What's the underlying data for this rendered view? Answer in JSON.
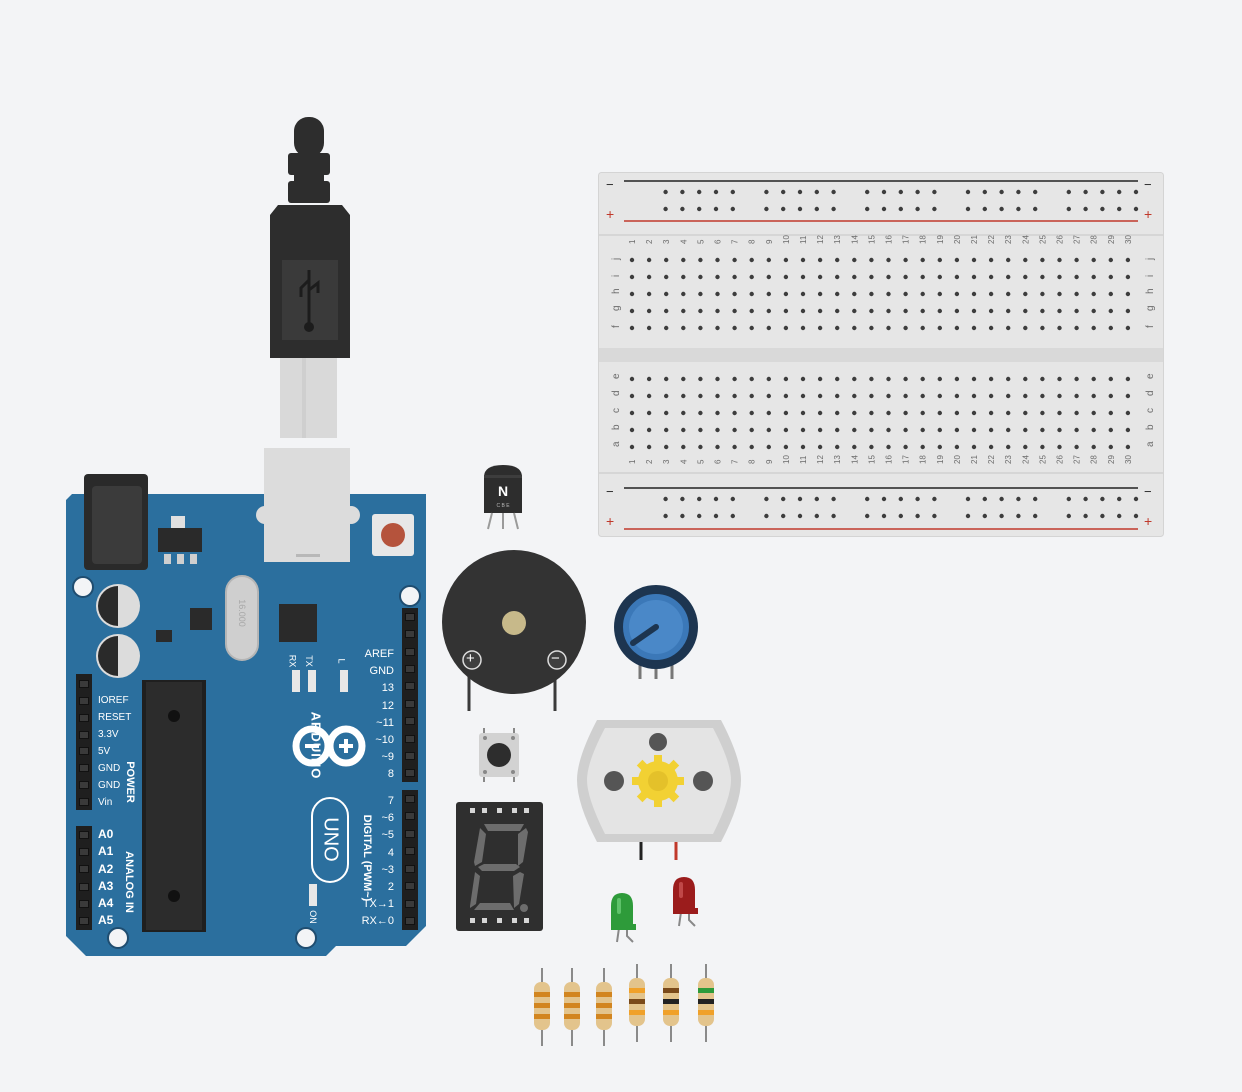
{
  "breadboard": {
    "rail_minus": "−",
    "rail_plus": "+",
    "rows_top": [
      "j",
      "i",
      "h",
      "g",
      "f"
    ],
    "rows_bottom": [
      "e",
      "d",
      "c",
      "b",
      "a"
    ],
    "columns": [
      "1",
      "2",
      "3",
      "4",
      "5",
      "6",
      "7",
      "8",
      "9",
      "10",
      "11",
      "12",
      "13",
      "14",
      "15",
      "16",
      "17",
      "18",
      "19",
      "20",
      "21",
      "22",
      "23",
      "24",
      "25",
      "26",
      "27",
      "28",
      "29",
      "30"
    ]
  },
  "arduino": {
    "brand": "ARDUINO",
    "model": "UNO",
    "crystal_label": "16.000",
    "led_labels": [
      "RX",
      "TX",
      "L"
    ],
    "on_label": "ON",
    "power_header": {
      "title": "POWER",
      "pins": [
        "IOREF",
        "RESET",
        "3.3V",
        "5V",
        "GND",
        "GND",
        "Vin"
      ]
    },
    "analog_header": {
      "title": "ANALOG IN",
      "pins": [
        "A0",
        "A1",
        "A2",
        "A3",
        "A4",
        "A5"
      ]
    },
    "digital_header": {
      "title": "DIGITAL (PWM~)",
      "pins_upper": [
        "AREF",
        "GND",
        "13",
        "12",
        "~11",
        "~10",
        "~9",
        "8"
      ],
      "pins_lower": [
        "7",
        "~6",
        "~5",
        "4",
        "~3",
        "2",
        "TX→1",
        "RX←0"
      ]
    }
  },
  "transistor": {
    "label": "N",
    "pins": "C B E"
  },
  "buzzer": {
    "plus": "+",
    "minus": "−"
  },
  "colors": {
    "board_blue": "#2b6f9e",
    "breadboard": "#e6e6e6",
    "rail_red": "#c0392b",
    "rail_black": "#222222",
    "led_green": "#2e9b3a",
    "led_red": "#9b1c1c",
    "canvas": "#f3f4f6"
  },
  "resistors": [
    {
      "bands": [
        "#d2851f",
        "#d2851f",
        "#d2851f"
      ]
    },
    {
      "bands": [
        "#d2851f",
        "#d2851f",
        "#d2851f"
      ]
    },
    {
      "bands": [
        "#d2851f",
        "#d2851f",
        "#d2851f"
      ]
    },
    {
      "bands": [
        "#f0a12a",
        "#7a4a1a",
        "#f0a12a"
      ]
    },
    {
      "bands": [
        "#7a4a1a",
        "#222222",
        "#f0a12a"
      ]
    },
    {
      "bands": [
        "#2e9b3a",
        "#222222",
        "#f0a12a"
      ]
    }
  ]
}
